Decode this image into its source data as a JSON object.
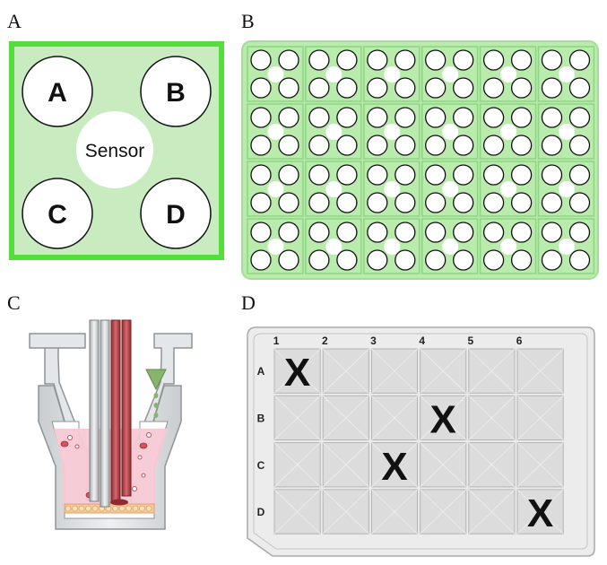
{
  "panels": {
    "a": {
      "letter": "A",
      "wells": [
        "A",
        "B",
        "C",
        "D"
      ],
      "sensor": "Sensor",
      "colors": {
        "fill": "#c8ecc0",
        "border": "#55dd3c"
      }
    },
    "b": {
      "letter": "B",
      "grid": {
        "rows": 4,
        "cols": 6,
        "wells_per_cell": 4
      },
      "colors": {
        "fill": "#b9ebac",
        "border": "#8fd484"
      }
    },
    "c": {
      "letter": "C",
      "colors": {
        "vessel": "#dcdfe1",
        "wall": "#8f9497",
        "medium": "#f6c9d4",
        "red_electrode": "#b8454a",
        "drop": "#88b56e",
        "sediment": "#f7c99a"
      }
    },
    "d": {
      "letter": "D",
      "columns": [
        "1",
        "2",
        "3",
        "4",
        "5",
        "6"
      ],
      "rows": [
        "A",
        "B",
        "C",
        "D"
      ],
      "marked": [
        {
          "row": "A",
          "col": "1"
        },
        {
          "row": "B",
          "col": "4"
        },
        {
          "row": "C",
          "col": "3"
        },
        {
          "row": "D",
          "col": "6"
        }
      ],
      "mark_symbol": "X",
      "colors": {
        "plate": "#ececec",
        "well": "#dcdcdc"
      }
    }
  }
}
